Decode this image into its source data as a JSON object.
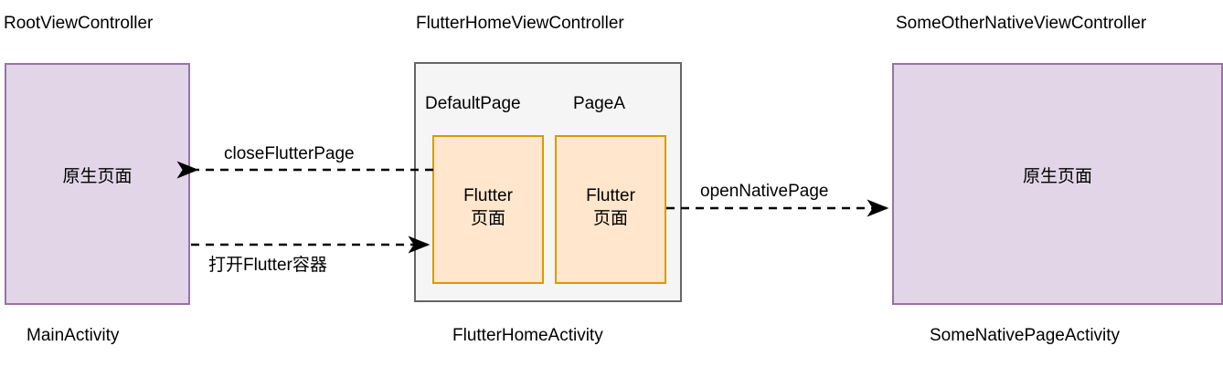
{
  "diagram": {
    "title_row": {
      "left": "RootViewController",
      "middle": "FlutterHomeViewController",
      "right": "SomeOtherNativeViewController"
    },
    "caption_row": {
      "left": "MainActivity",
      "middle": "FlutterHomeActivity",
      "right": "SomeNativePageActivity"
    },
    "nodes": {
      "left_native": {
        "text": "原生页面",
        "fill": "#E1D5E7",
        "stroke": "#9673A6"
      },
      "flutter_container": {
        "fill": "#F5F5F5",
        "stroke": "#666666",
        "pages": [
          {
            "title": "DefaultPage",
            "line1": "Flutter",
            "line2": "页面",
            "fill": "#FFE6CC",
            "stroke": "#D79B00"
          },
          {
            "title": "PageA",
            "line1": "Flutter",
            "line2": "页面",
            "fill": "#FFE6CC",
            "stroke": "#D79B00"
          }
        ]
      },
      "right_native": {
        "text": "原生页面",
        "fill": "#E1D5E7",
        "stroke": "#9673A6"
      }
    },
    "edges": [
      {
        "id": "close-flutter-page",
        "label": "closeFlutterPage",
        "direction": "right-to-left",
        "style": "dashed"
      },
      {
        "id": "open-flutter-container",
        "label": "打开Flutter容器",
        "direction": "left-to-right",
        "style": "dashed"
      },
      {
        "id": "open-native-page",
        "label": "openNativePage",
        "direction": "left-to-right",
        "style": "dashed"
      }
    ]
  }
}
